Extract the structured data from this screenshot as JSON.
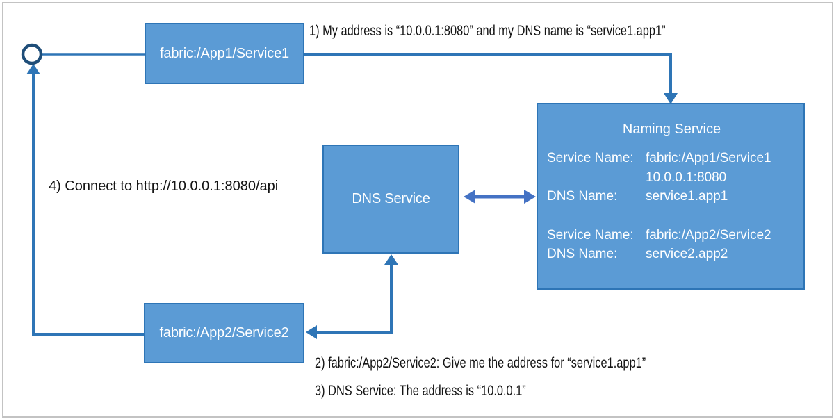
{
  "colors": {
    "box_fill": "#5B9BD5",
    "box_border": "#2E75B6",
    "connector": "#2E75B6",
    "double_arrow": "#4472C4",
    "circle_stroke": "#1F4E79"
  },
  "nodes": {
    "app1": {
      "label": "fabric:/App1/Service1"
    },
    "app2": {
      "label": "fabric:/App2/Service2"
    },
    "dns": {
      "label": "DNS Service"
    },
    "naming": {
      "title": "Naming Service",
      "entries": [
        {
          "label": "Service Name:",
          "value": "fabric:/App1/Service1"
        },
        {
          "label": "",
          "value": "10.0.0.1:8080"
        },
        {
          "label": "DNS Name:",
          "value": "service1.app1"
        },
        {
          "label": "Service Name:",
          "value": "fabric:/App2/Service2"
        },
        {
          "label": "DNS Name:",
          "value": "service2.app2"
        }
      ]
    }
  },
  "annotations": {
    "step1": "1) My address is “10.0.0.1:8080” and my DNS name is “service1.app1”",
    "step2": "2) fabric:/App2/Service2: Give me the address for “service1.app1”",
    "step3": "3) DNS Service: The address is “10.0.0.1”",
    "step4": "4) Connect to http://10.0.0.1:8080/api"
  }
}
